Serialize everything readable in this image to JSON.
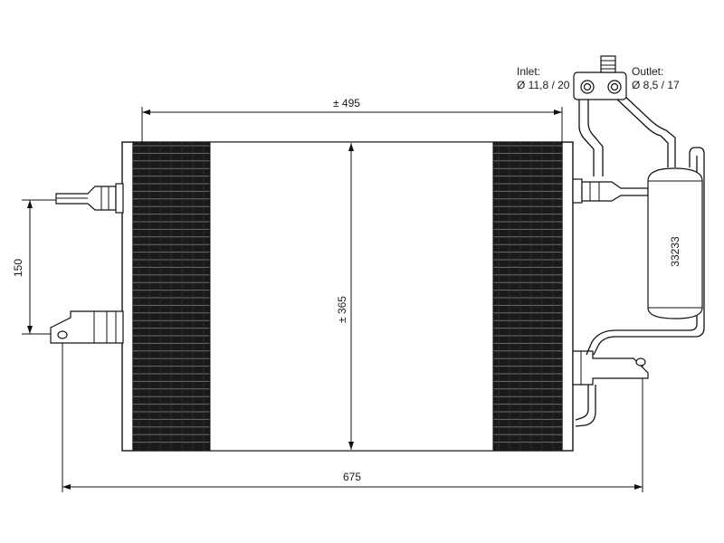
{
  "labels": {
    "inlet_title": "Inlet:",
    "inlet_size": "Ø 11,8 / 20",
    "outlet_title": "Outlet:",
    "outlet_size": "Ø 8,5 / 17",
    "width_dim": "± 495",
    "height_dim": "± 365",
    "mount_dim": "150",
    "overall_dim": "675",
    "dryer_code": "33233"
  },
  "colors": {
    "line": "#111111",
    "fin": "#1a1a1a",
    "background": "#ffffff"
  }
}
